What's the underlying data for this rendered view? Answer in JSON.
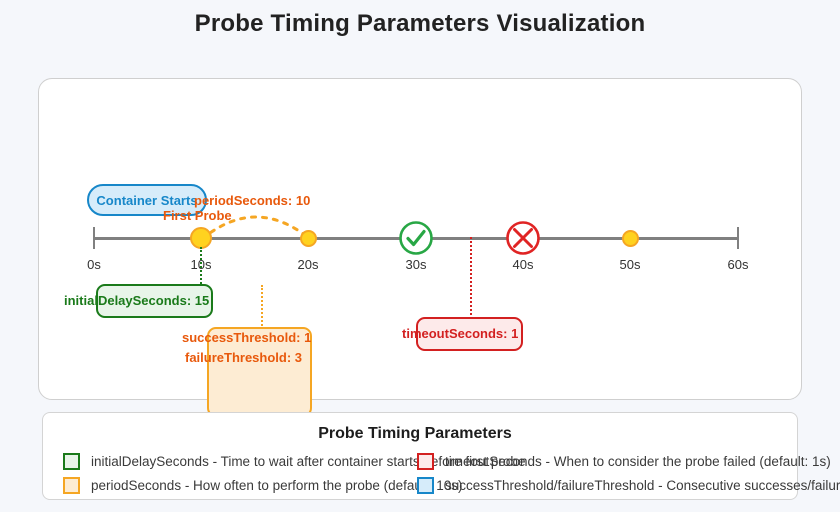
{
  "page": {
    "title": "Probe Timing Parameters Visualization",
    "background_color": "#f5f7fb"
  },
  "colors": {
    "green": "#1a7a1a",
    "green_fill": "#e8f5e9",
    "orange": "#e8590c",
    "orange_border": "#f5a623",
    "orange_fill": "#fdecd3",
    "red": "#d32020",
    "red_fill": "#fdeaea",
    "blue": "#1787c9",
    "blue_fill": "#d6ecfa",
    "yellow": "#ffd21f",
    "axis": "#808080",
    "check_green": "#28a745"
  },
  "chart_data": {
    "type": "timeline",
    "title": "Probe Timing Parameters Visualization",
    "xlabel": "",
    "ylabel": "",
    "xlim": [
      0,
      60
    ],
    "grid": false,
    "legend_position": "bottom",
    "tick_labels": [
      "0s",
      "10s",
      "20s",
      "30s",
      "40s",
      "50s",
      "60s"
    ],
    "tick_values": [
      0,
      10,
      20,
      30,
      40,
      50,
      60
    ],
    "events": [
      {
        "t": 10,
        "marker": "dot",
        "name": "first-probe",
        "label": "First Probe"
      },
      {
        "t": 20,
        "marker": "dot",
        "name": "probe-2",
        "label": ""
      },
      {
        "t": 30,
        "marker": "check",
        "name": "probe-success",
        "label": ""
      },
      {
        "t": 40,
        "marker": "cross",
        "name": "probe-failure",
        "label": ""
      },
      {
        "t": 50,
        "marker": "dot",
        "name": "probe-5",
        "label": ""
      }
    ],
    "annotations": [
      {
        "name": "container-starts",
        "text": "Container Starts",
        "t": 5,
        "color": "#1787c9"
      },
      {
        "name": "first-probe",
        "text": "First Probe",
        "t": 11,
        "color": "#e8590c"
      },
      {
        "name": "period-seconds",
        "text": "periodSeconds: 10",
        "t": 15,
        "color": "#e8590c"
      },
      {
        "name": "initial-delay-seconds",
        "text": "initialDelaySeconds: 15",
        "t": 5,
        "color": "#1a7a1a"
      },
      {
        "name": "success-failure-threshold",
        "text": "successThreshold: 1\nfailureThreshold: 3",
        "t": 17,
        "color": "#e8590c"
      },
      {
        "name": "timeout-seconds",
        "text": "timeoutSeconds: 1",
        "t": 34,
        "color": "#d32020"
      }
    ]
  },
  "callouts": {
    "container_starts": "Container Starts",
    "first_probe": "First Probe",
    "period_seconds": "periodSeconds: 10",
    "initial_delay_seconds": "initialDelaySeconds: 15",
    "success_threshold": "successThreshold: 1",
    "failure_threshold": "failureThreshold: 3",
    "timeout_seconds": "timeoutSeconds: 1"
  },
  "axis": {
    "ticks": [
      {
        "label": "0s",
        "value": 0
      },
      {
        "label": "10s",
        "value": 10
      },
      {
        "label": "20s",
        "value": 20
      },
      {
        "label": "30s",
        "value": 30
      },
      {
        "label": "40s",
        "value": 40
      },
      {
        "label": "50s",
        "value": 50
      },
      {
        "label": "60s",
        "value": 60
      }
    ]
  },
  "legend": {
    "title": "Probe Timing Parameters",
    "items": [
      {
        "swatch_color": "#1a7a1a",
        "swatch_fill": "#e8f5e9",
        "text": "initialDelaySeconds - Time to wait after container starts before first probe"
      },
      {
        "swatch_color": "#d32020",
        "swatch_fill": "#fdeaea",
        "text": "timeoutSeconds - When to consider the probe failed (default: 1s)"
      },
      {
        "swatch_color": "#f5a623",
        "swatch_fill": "#fdecd3",
        "text": "periodSeconds - How often to perform the probe (default: 10s)"
      },
      {
        "swatch_color": "#1787c9",
        "swatch_fill": "#d6ecfa",
        "text": "successThreshold/failureThreshold - Consecutive successes/failures"
      }
    ]
  }
}
